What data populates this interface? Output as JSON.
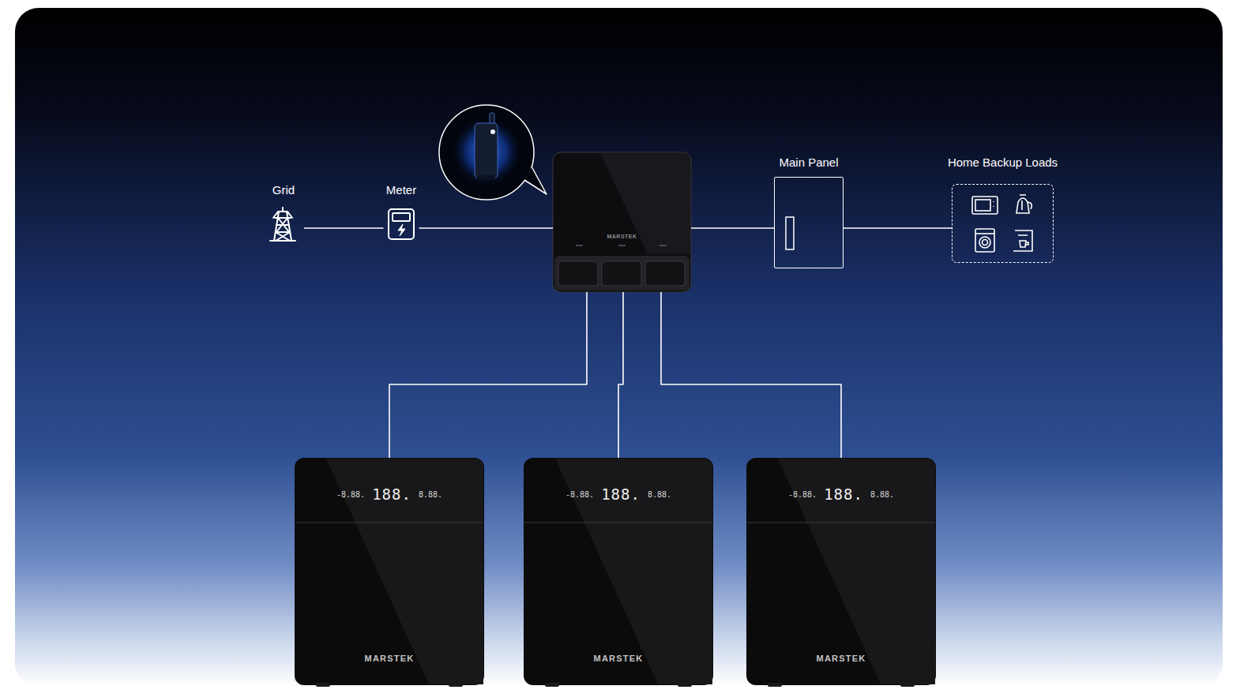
{
  "diagram": {
    "nodes": [
      {
        "text": [
          "Grid"
        ]
      },
      {
        "text": [
          "Meter"
        ]
      },
      {
        "text": [
          "MARSTEK"
        ]
      },
      {
        "text": [
          "Main Panel"
        ]
      },
      {
        "text": [
          "Home Backup Loads"
        ]
      },
      {
        "text": [
          "-8.88.",
          "188.",
          "8.88.",
          "MARSTEK"
        ]
      },
      {
        "text": [
          "-8.88.",
          "188.",
          "8.88.",
          "MARSTEK"
        ]
      },
      {
        "text": [
          "-8.88.",
          "188.",
          "8.88.",
          "MARSTEK"
        ]
      }
    ],
    "edges": [
      {
        "from": 0,
        "to": 1,
        "arrow": "none"
      },
      {
        "from": 1,
        "to": 2,
        "arrow": "none"
      },
      {
        "from": 2,
        "to": 3,
        "arrow": "none"
      },
      {
        "from": 3,
        "to": 4,
        "arrow": "none"
      },
      {
        "from": 2,
        "to": 5,
        "arrow": "none"
      },
      {
        "from": 2,
        "to": 6,
        "arrow": "none"
      },
      {
        "from": 2,
        "to": 7,
        "arrow": "none"
      }
    ]
  }
}
